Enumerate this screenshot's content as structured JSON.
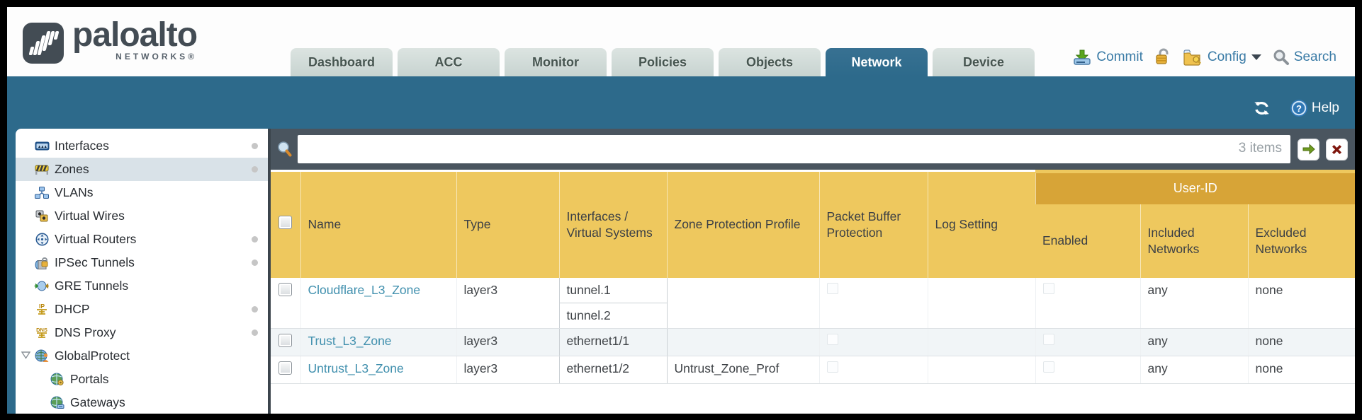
{
  "header": {
    "logo": {
      "brand": "paloalto",
      "sub": "NETWORKS®"
    },
    "tabs": [
      {
        "label": "Dashboard",
        "active": false
      },
      {
        "label": "ACC",
        "active": false
      },
      {
        "label": "Monitor",
        "active": false
      },
      {
        "label": "Policies",
        "active": false
      },
      {
        "label": "Objects",
        "active": false
      },
      {
        "label": "Network",
        "active": true
      },
      {
        "label": "Device",
        "active": false
      }
    ],
    "actions": {
      "commit": "Commit",
      "config": "Config",
      "search": "Search"
    }
  },
  "toolbar": {
    "help_label": "Help"
  },
  "sidebar": {
    "items": [
      {
        "label": "Interfaces",
        "icon": "interfaces-icon",
        "dot": true,
        "selected": false
      },
      {
        "label": "Zones",
        "icon": "zones-icon",
        "dot": true,
        "selected": true
      },
      {
        "label": "VLANs",
        "icon": "vlans-icon",
        "dot": false,
        "selected": false
      },
      {
        "label": "Virtual Wires",
        "icon": "virtual-wires-icon",
        "dot": false,
        "selected": false
      },
      {
        "label": "Virtual Routers",
        "icon": "virtual-routers-icon",
        "dot": true,
        "selected": false
      },
      {
        "label": "IPSec Tunnels",
        "icon": "ipsec-tunnels-icon",
        "dot": true,
        "selected": false
      },
      {
        "label": "GRE Tunnels",
        "icon": "gre-tunnels-icon",
        "dot": false,
        "selected": false
      },
      {
        "label": "DHCP",
        "icon": "dhcp-icon",
        "dot": true,
        "selected": false
      },
      {
        "label": "DNS Proxy",
        "icon": "dns-proxy-icon",
        "dot": true,
        "selected": false
      },
      {
        "label": "GlobalProtect",
        "icon": "globalprotect-icon",
        "dot": false,
        "selected": false,
        "expanded": true
      },
      {
        "label": "Portals",
        "icon": "portals-icon",
        "dot": false,
        "selected": false,
        "child": true
      },
      {
        "label": "Gateways",
        "icon": "gateways-icon",
        "dot": false,
        "selected": false,
        "child": true
      }
    ]
  },
  "search": {
    "value": "",
    "count_label": "3 items"
  },
  "table": {
    "group_header": "User-ID",
    "columns": [
      "Name",
      "Type",
      "Interfaces / Virtual Systems",
      "Zone Protection Profile",
      "Packet Buffer Protection",
      "Log Setting",
      "Enabled",
      "Included Networks",
      "Excluded Networks"
    ],
    "rows": [
      {
        "name": "Cloudflare_L3_Zone",
        "type": "layer3",
        "interfaces": [
          "tunnel.1",
          "tunnel.2"
        ],
        "zone_protection_profile": "",
        "log_setting": "",
        "included_networks": "any",
        "excluded_networks": "none"
      },
      {
        "name": "Trust_L3_Zone",
        "type": "layer3",
        "interfaces": [
          "ethernet1/1"
        ],
        "zone_protection_profile": "",
        "log_setting": "",
        "included_networks": "any",
        "excluded_networks": "none"
      },
      {
        "name": "Untrust_L3_Zone",
        "type": "layer3",
        "interfaces": [
          "ethernet1/2"
        ],
        "zone_protection_profile": "Untrust_Zone_Prof",
        "log_setting": "",
        "included_networks": "any",
        "excluded_networks": "none"
      }
    ]
  },
  "colors": {
    "band_teal": "#2d6a8b",
    "header_yellow": "#eec85e",
    "group_header_gold": "#d7a437",
    "strip_slate": "#4a555f",
    "link_blue": "#4190ae",
    "action_blue": "#3a7ba6"
  }
}
